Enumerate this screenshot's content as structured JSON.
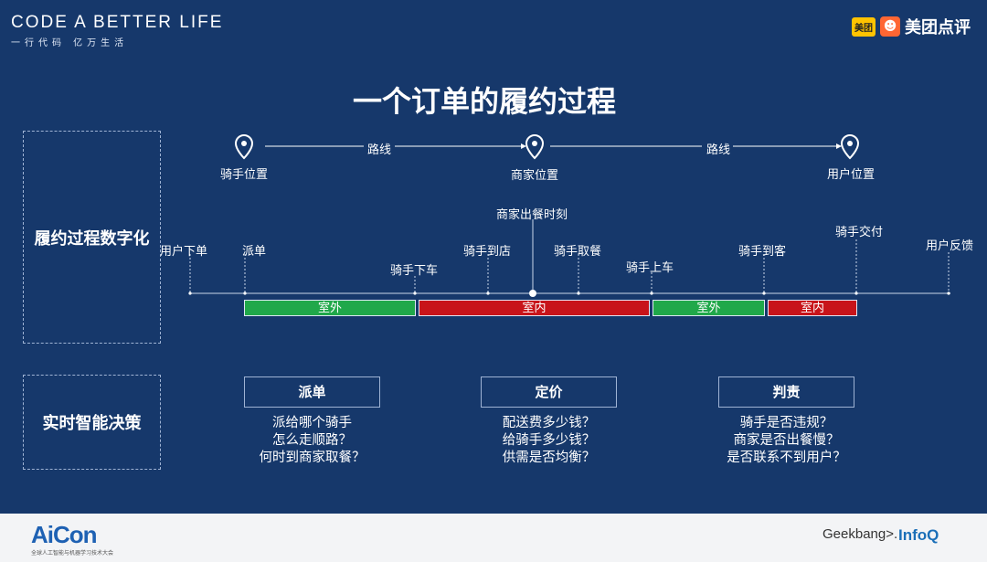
{
  "header": {
    "brand_line1": "CODE A BETTER LIFE",
    "brand_line2": "一行代码 亿万生活",
    "meituan_badge": "美团",
    "meituan_text": "美团点评"
  },
  "title": "一个订单的履约过程",
  "digitization": {
    "label": "履约过程数字化",
    "route": {
      "points": [
        "骑手位置",
        "商家位置",
        "用户位置"
      ],
      "links": [
        "路线",
        "路线"
      ]
    },
    "events": {
      "user_order": "用户下单",
      "dispatch": "派单",
      "rider_get_off": "骑手下车",
      "rider_arrive_store": "骑手到店",
      "merchant_ready": "商家出餐时刻",
      "rider_pickup": "骑手取餐",
      "rider_get_on": "骑手上车",
      "rider_arrive_customer": "骑手到客",
      "rider_deliver": "骑手交付",
      "user_feedback": "用户反馈"
    },
    "segments": [
      "室外",
      "室内",
      "室外",
      "室内"
    ]
  },
  "decision": {
    "label": "实时智能决策",
    "cards": [
      {
        "title": "派单",
        "questions": [
          "派给哪个骑手",
          "怎么走顺路？",
          "何时到商家取餐？"
        ]
      },
      {
        "title": "定价",
        "questions": [
          "配送费多少钱？",
          "给骑手多少钱？",
          "供需是否均衡？"
        ]
      },
      {
        "title": "判责",
        "questions": [
          "骑手是否违规？",
          "商家是否出餐慢？",
          "是否联系不到用户？"
        ]
      }
    ]
  },
  "footer": {
    "aicon": "AiCon",
    "aicon_sub": "全球人工智能与机器学习技术大会",
    "geekbang": "Geekbang>.",
    "infoq": "InfoQ"
  },
  "colors": {
    "background": "#16386b",
    "outdoor": "#20a84a",
    "indoor": "#c8141a"
  }
}
